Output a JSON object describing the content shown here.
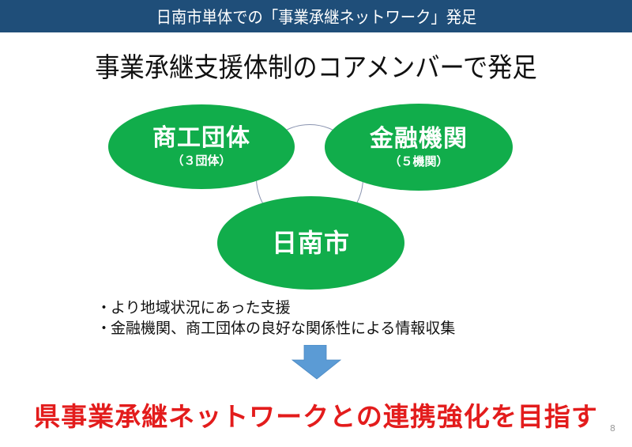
{
  "header": {
    "title": "日南市単体での「事業承継ネットワーク」発足",
    "background_color": "#1f4e79"
  },
  "heading": "事業承継支援体制のコアメンバーで発足",
  "diagram": {
    "node_color": "#11ad4b",
    "connector": "circle-outline",
    "nodes": [
      {
        "title": "商工団体",
        "subtitle": "（３団体）"
      },
      {
        "title": "金融機関",
        "subtitle": "（５機関）"
      },
      {
        "title": "日南市"
      }
    ]
  },
  "bullets": [
    {
      "marker": "・",
      "text": "より地域状況にあった支援"
    },
    {
      "marker": "・",
      "text": "金融機関、商工団体の良好な関係性による情報収集"
    }
  ],
  "arrow": {
    "icon": "down-arrow-icon",
    "color": "#5b9bd5"
  },
  "conclusion": {
    "text": "県事業承継ネットワークとの連携強化を目指す",
    "color": "#e31c1c"
  },
  "page_number": "8"
}
